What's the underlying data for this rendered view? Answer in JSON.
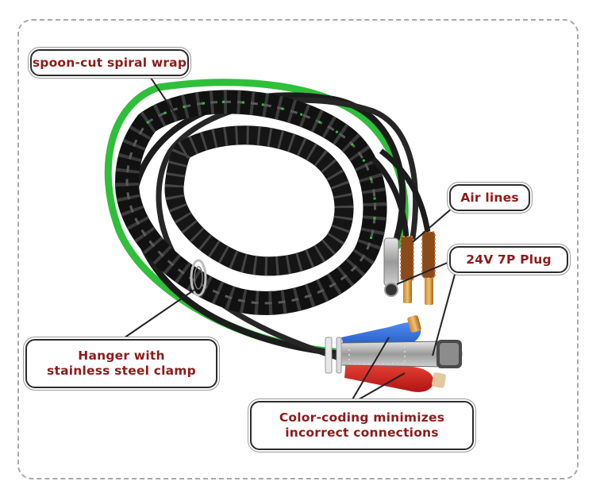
{
  "image": {
    "description_colors": {
      "spiral_wrap": "#111111",
      "green_hose": "#2fbf3a",
      "black_hose": "#1c1c1c",
      "blue_coupler": "#1f5fd6",
      "red_coupler": "#d42424",
      "label_text": "#8e1a1a"
    }
  },
  "callouts": {
    "spiral_wrap": "spoon-cut spiral wrap",
    "air_lines": "Air lines",
    "plug": "24V 7P Plug",
    "hanger_line1": "Hanger with",
    "hanger_line2": "stainless steel clamp",
    "color_line1": "Color-coding minimizes",
    "color_line2": "incorrect connections"
  }
}
